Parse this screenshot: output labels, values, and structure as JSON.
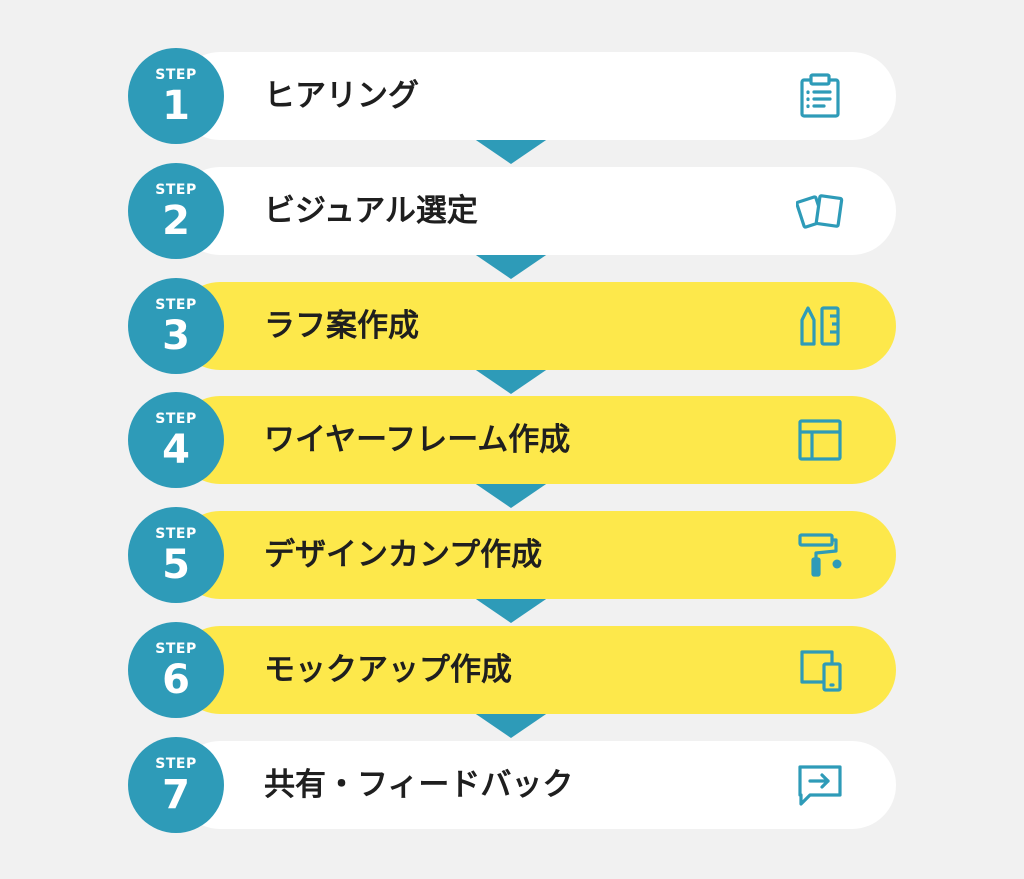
{
  "colors": {
    "background": "#f1f1f1",
    "accent": "#2e9bb8",
    "highlight": "#fde84b",
    "card": "#ffffff",
    "text": "#1f1f1f"
  },
  "steps": [
    {
      "label": "STEP",
      "number": "1",
      "title": "ヒアリング",
      "icon": "clipboard-icon",
      "highlighted": false
    },
    {
      "label": "STEP",
      "number": "2",
      "title": "ビジュアル選定",
      "icon": "cards-icon",
      "highlighted": false
    },
    {
      "label": "STEP",
      "number": "3",
      "title": "ラフ案作成",
      "icon": "pencil-ruler-icon",
      "highlighted": true
    },
    {
      "label": "STEP",
      "number": "4",
      "title": "ワイヤーフレーム作成",
      "icon": "layout-icon",
      "highlighted": true
    },
    {
      "label": "STEP",
      "number": "5",
      "title": "デザインカンプ作成",
      "icon": "paint-roller-icon",
      "highlighted": true
    },
    {
      "label": "STEP",
      "number": "6",
      "title": "モックアップ作成",
      "icon": "devices-icon",
      "highlighted": true
    },
    {
      "label": "STEP",
      "number": "7",
      "title": "共有・フィードバック",
      "icon": "share-message-icon",
      "highlighted": false
    }
  ]
}
